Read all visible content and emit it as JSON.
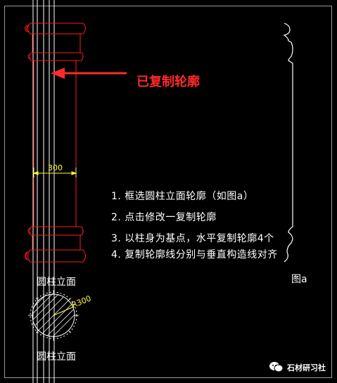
{
  "drawing": {
    "annotation_copied": "已复制轮廓",
    "dimension_width": "300",
    "dimension_radius": "R300",
    "label_column_elevation_1": "圆柱立面",
    "label_column_elevation_2": "圆柱立面",
    "label_figure_a": "图a",
    "steps": [
      "1. 框选圆柱立面轮廓（如图a）",
      "2. 点击修改一复制轮廓",
      "3. 以柱身为基点，水平复制轮廓4个",
      "4. 复制轮廓线分别与垂直构造线对齐"
    ]
  },
  "watermark": {
    "text": "石材研习社",
    "icon": "wechat-icon"
  },
  "colors": {
    "background": "#000000",
    "profile_line": "#ff1a1a",
    "construction_line": "#ffffff",
    "dimension": "#ffff33",
    "annotation": "#ff2a2a"
  }
}
